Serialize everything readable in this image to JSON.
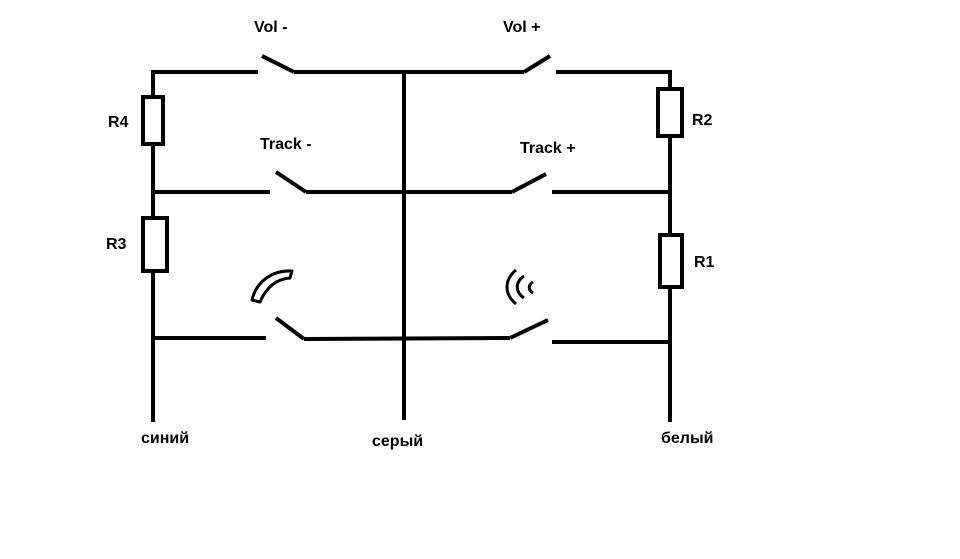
{
  "switches": {
    "vol_minus": "Vol -",
    "vol_plus": "Vol +",
    "track_minus": "Track -",
    "track_plus": "Track +"
  },
  "resistors": {
    "r1": "R1",
    "r2": "R2",
    "r3": "R3",
    "r4": "R4"
  },
  "wires": {
    "left": "синий",
    "center": "серый",
    "right": "белый"
  },
  "icons": {
    "phone": "phone-handset-icon",
    "voice": "voice-command-icon"
  }
}
